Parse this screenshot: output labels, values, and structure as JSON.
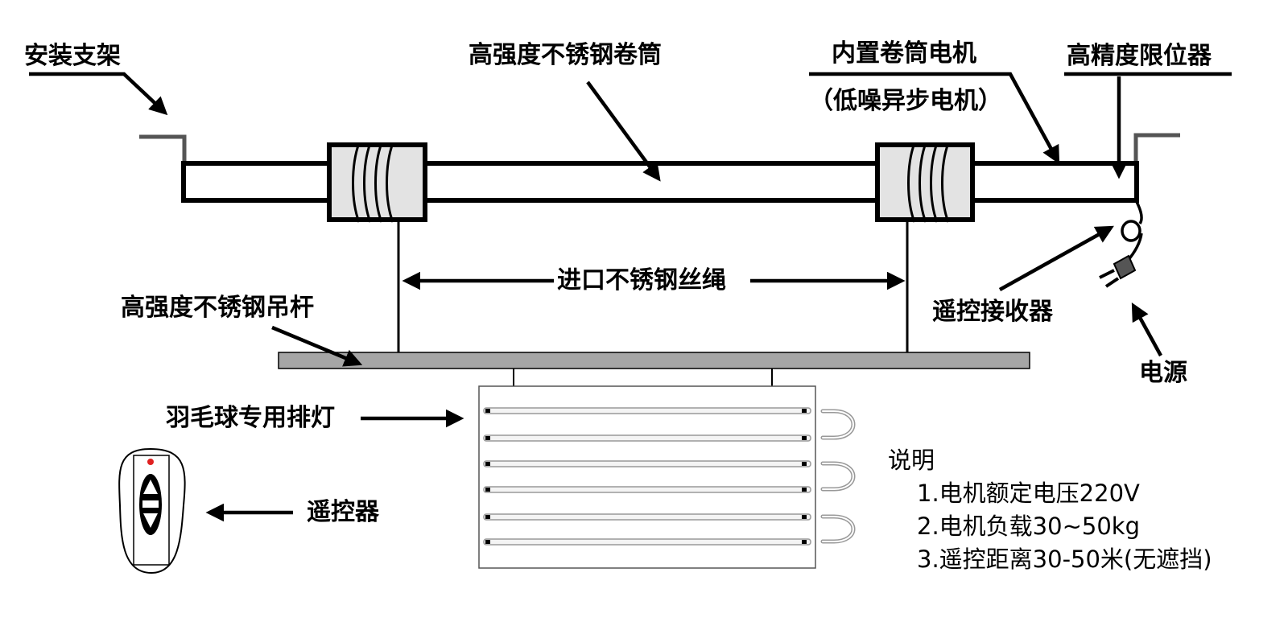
{
  "labels": {
    "bracket": "安装支架",
    "drum": "高强度不锈钢卷筒",
    "motor": "内置卷筒电机",
    "motor_note": "（低噪异步电机）",
    "limiter": "高精度限位器",
    "wire_rope": "进口不锈钢丝绳",
    "hanger_rod": "高强度不锈钢吊杆",
    "receiver": "遥控接收器",
    "power": "电源",
    "light": "羽毛球专用排灯",
    "remote": "遥控器"
  },
  "notes": {
    "title": "说明",
    "items": [
      "1.电机额定电压220V",
      "2.电机负载30~50kg",
      "3.遥控距离30-50米(无遮挡)"
    ]
  },
  "colors": {
    "line": "#000000",
    "drum_fill": "#e3e3e3",
    "rod_fill": "#a6a6a6",
    "bracket_gray": "#555555",
    "remote_led": "#e02020"
  }
}
